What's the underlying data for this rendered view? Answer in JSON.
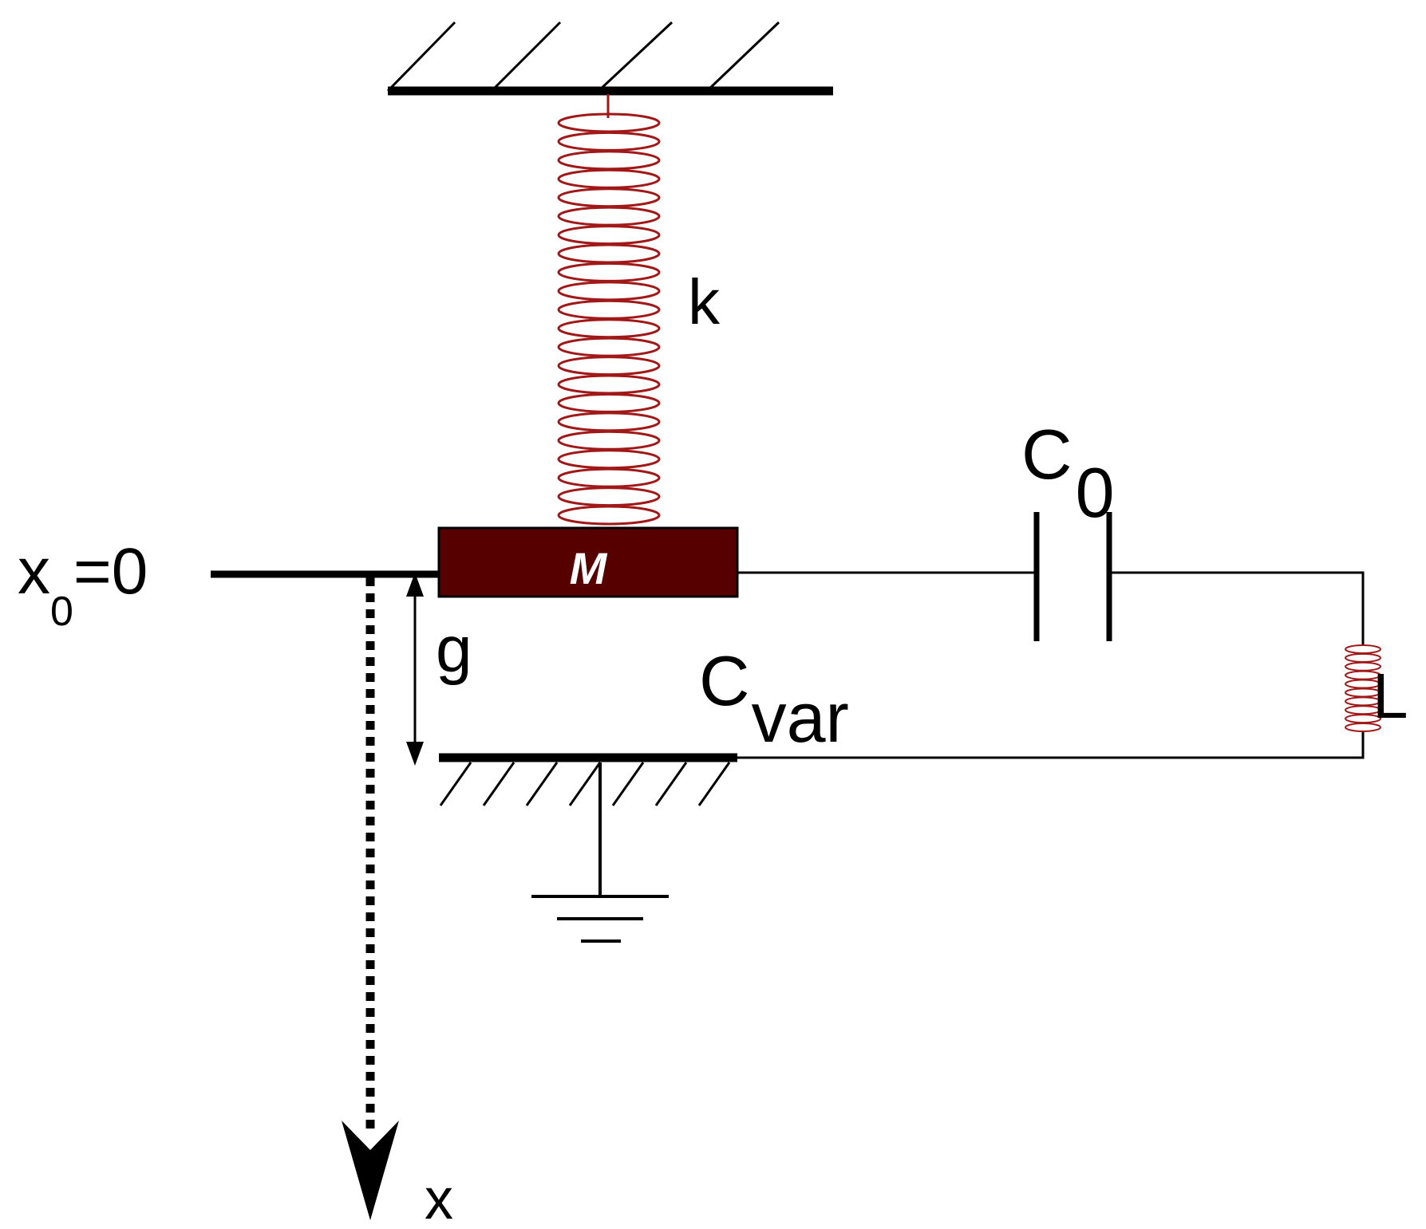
{
  "labels": {
    "spring": "k",
    "mass": "M",
    "fixed_capacitor_letter": "C",
    "fixed_capacitor_sub": "0",
    "var_capacitor_letter": "C",
    "var_capacitor_sub": "var",
    "inductor": "L",
    "gap": "g",
    "origin_letter": "x",
    "origin_sub": "0",
    "origin_eq": "=0",
    "axis": "x"
  },
  "colors": {
    "mass_fill": "#560000",
    "spring_stroke": "#a01818",
    "line": "#000000"
  }
}
